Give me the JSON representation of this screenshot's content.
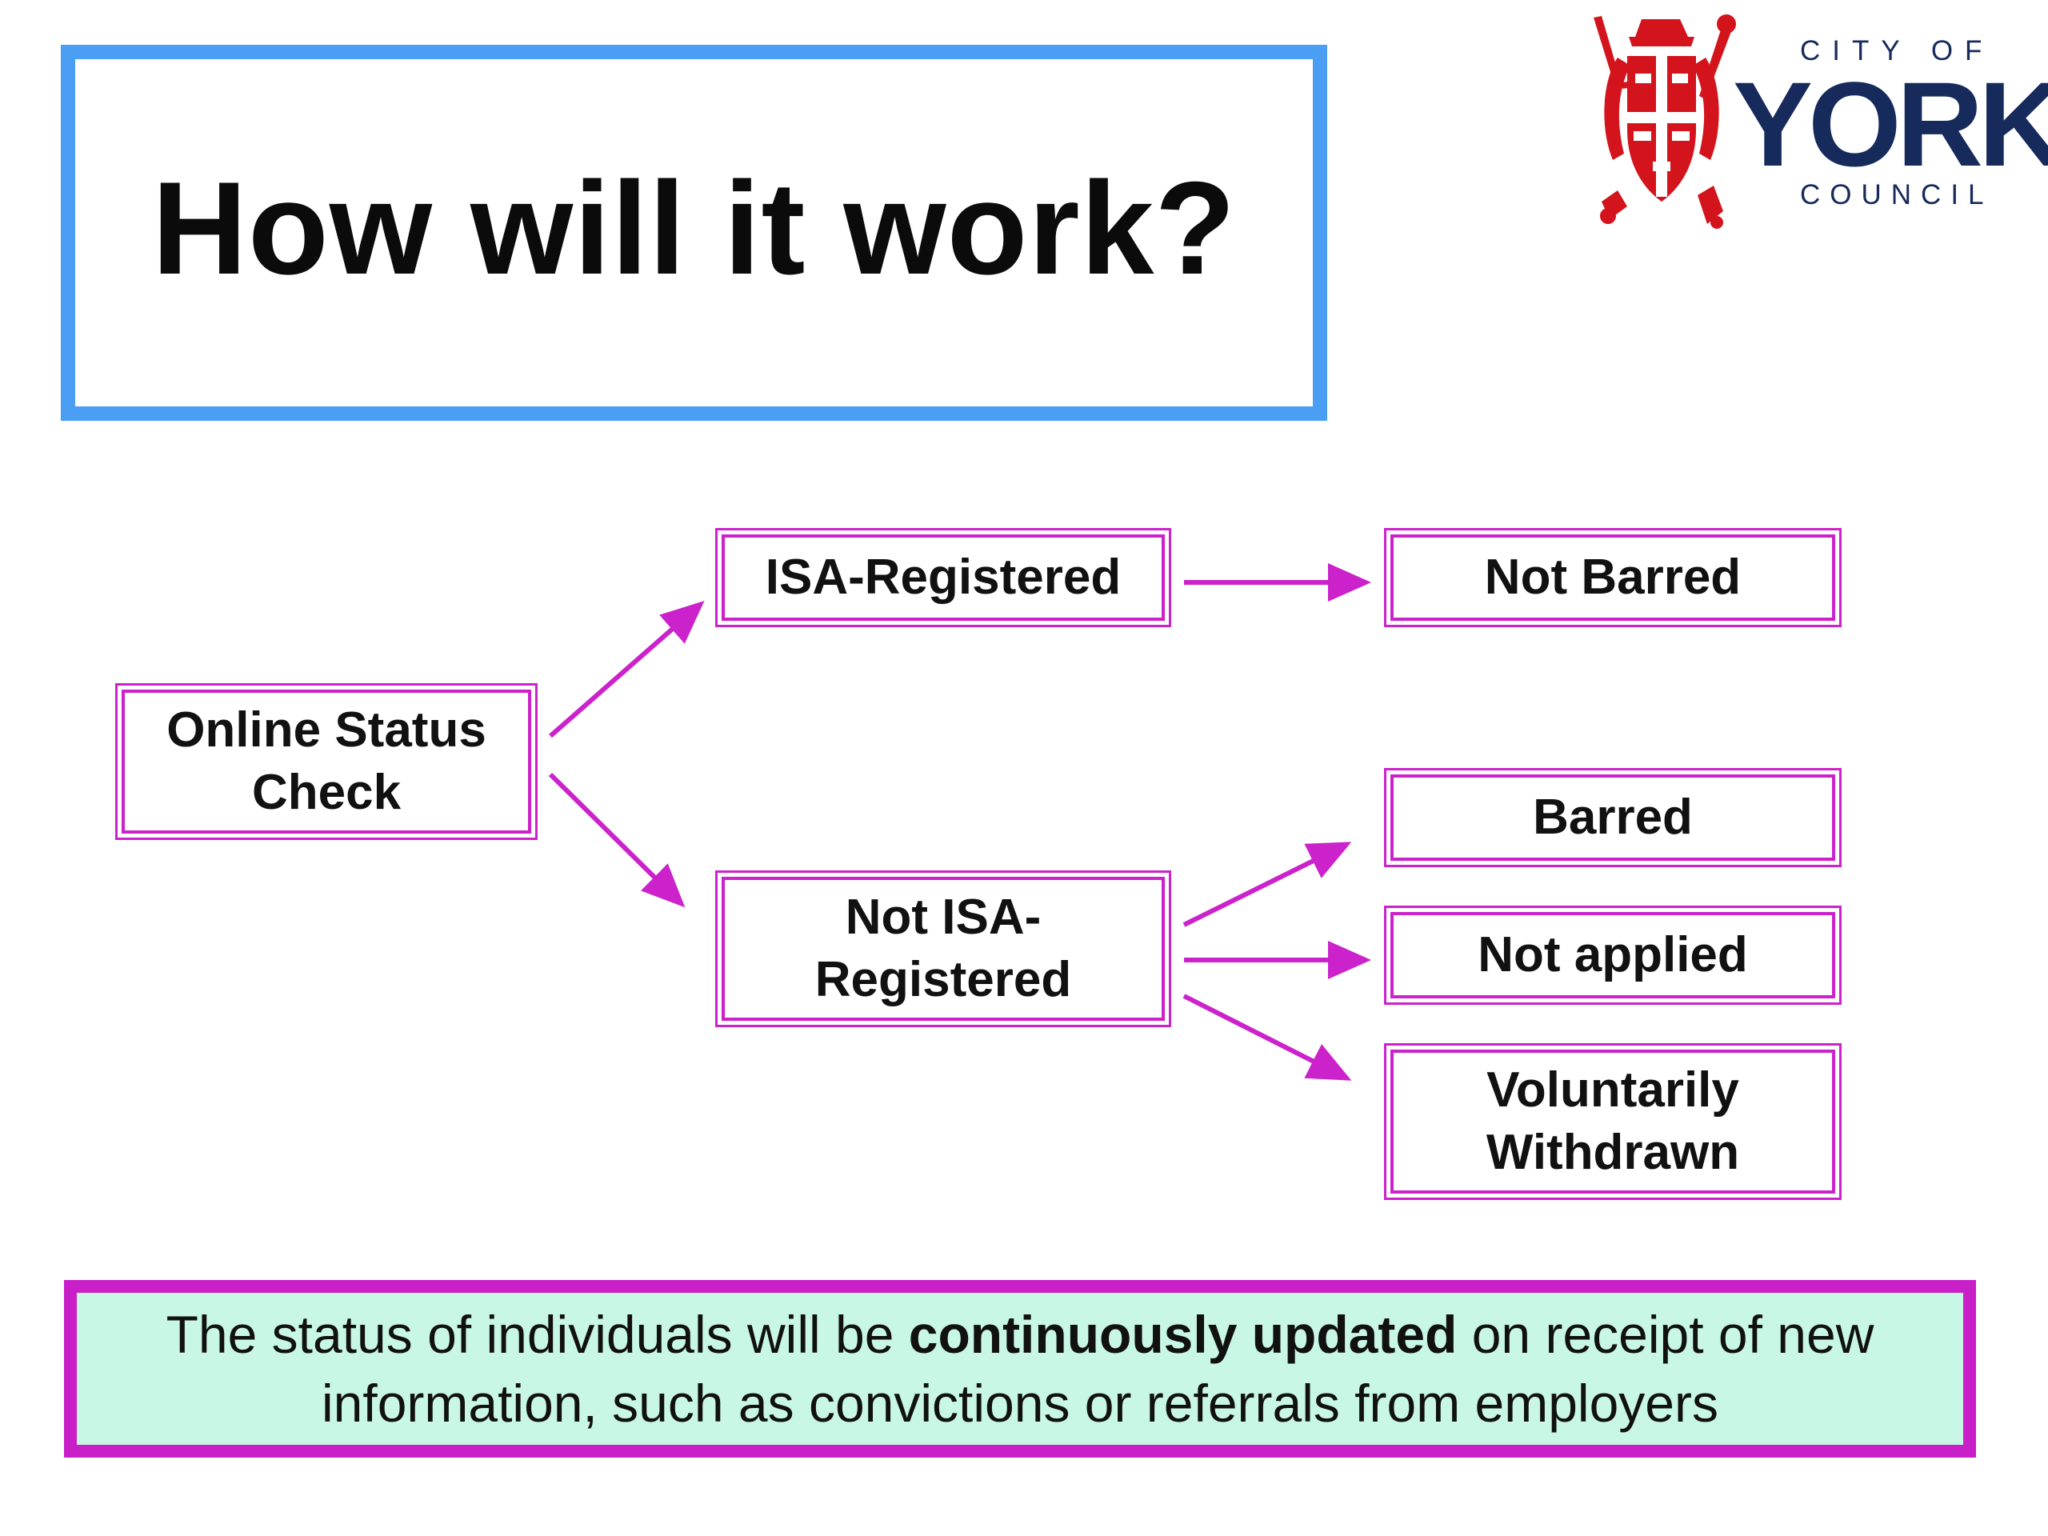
{
  "title": "How will it work?",
  "logo": {
    "line1": "CITY OF",
    "line2": "YORK",
    "line3": "COUNCIL",
    "brand_color": "#162a5c",
    "crest_color": "#d3141c"
  },
  "nodes": {
    "online_status_check": "Online Status Check",
    "isa_registered": "ISA-Registered",
    "not_isa_registered": "Not ISA-Registered",
    "not_barred": "Not Barred",
    "barred": "Barred",
    "not_applied": "Not applied",
    "voluntarily_withdrawn": "Voluntarily Withdrawn"
  },
  "edges": [
    {
      "from": "online_status_check",
      "to": "isa_registered"
    },
    {
      "from": "online_status_check",
      "to": "not_isa_registered"
    },
    {
      "from": "isa_registered",
      "to": "not_barred"
    },
    {
      "from": "not_isa_registered",
      "to": "barred"
    },
    {
      "from": "not_isa_registered",
      "to": "not_applied"
    },
    {
      "from": "not_isa_registered",
      "to": "voluntarily_withdrawn"
    }
  ],
  "footer": {
    "before": "The status of individuals will be ",
    "bold": "continuously updated",
    "after": " on receipt of new information, such as convictions or referrals from employers"
  },
  "colors": {
    "title_border": "#4a9ff5",
    "node_border": "#cc22cc",
    "arrow": "#cc22cc",
    "footer_border": "#c81fc8",
    "footer_fill": "#c8f7e6"
  }
}
